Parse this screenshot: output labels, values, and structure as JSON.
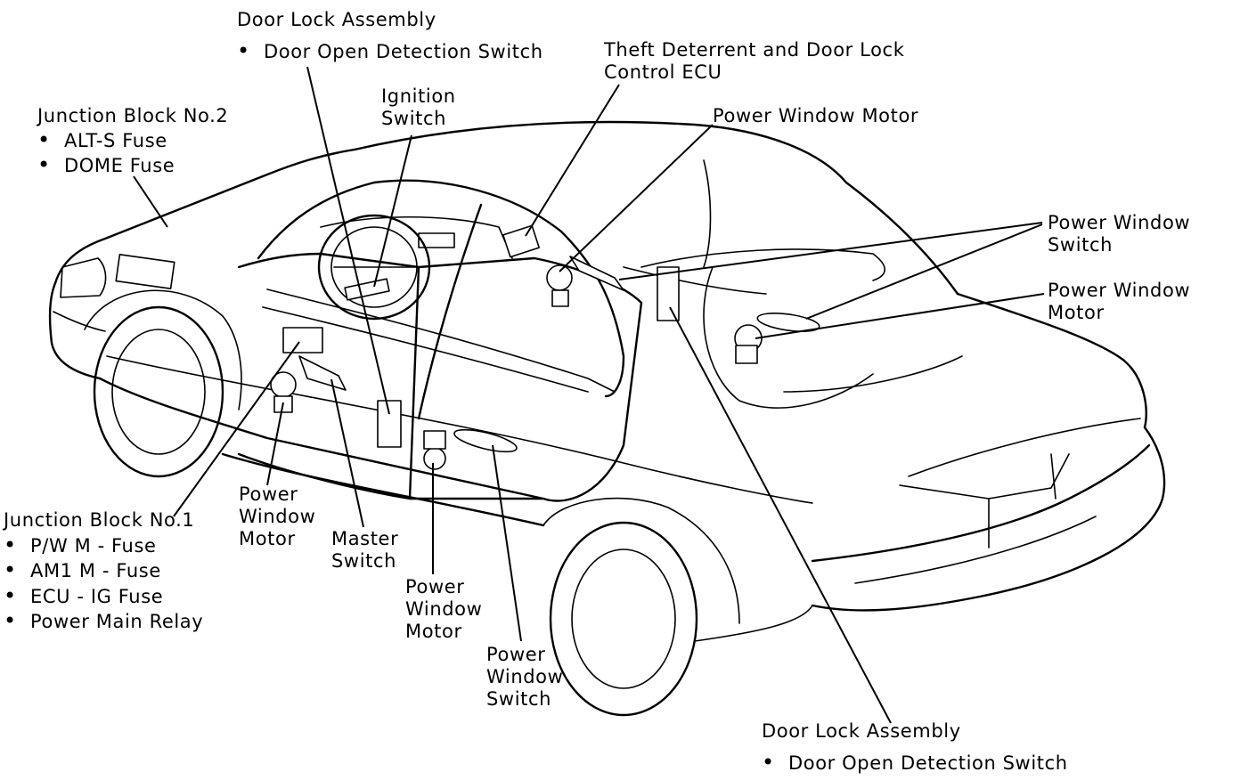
{
  "callouts": {
    "door_lock_front": {
      "title": "Door Lock Assembly",
      "items": [
        "Door Open Detection Switch"
      ]
    },
    "theft_ecu": {
      "lines": [
        "Theft Deterrent and Door Lock",
        "Control ECU"
      ]
    },
    "ignition": {
      "lines": [
        "Ignition",
        "Switch"
      ]
    },
    "junction_block_2": {
      "title": "Junction Block No.2",
      "items": [
        "ALT-S Fuse",
        "DOME Fuse"
      ]
    },
    "pw_motor_top": {
      "lines": [
        "Power Window Motor"
      ]
    },
    "pw_switch_right": {
      "lines": [
        "Power Window",
        "Switch"
      ]
    },
    "pw_motor_right": {
      "lines": [
        "Power Window",
        "Motor"
      ]
    },
    "junction_block_1": {
      "title": "Junction Block No.1",
      "items": [
        "P/W M - Fuse",
        "AM1 M - Fuse",
        "ECU - IG Fuse",
        "Power Main Relay"
      ]
    },
    "pw_motor_front_left": {
      "lines": [
        "Power",
        "Window",
        "Motor"
      ]
    },
    "master_switch": {
      "lines": [
        "Master",
        "Switch"
      ]
    },
    "pw_motor_rear_left": {
      "lines": [
        "Power",
        "Window",
        "Motor"
      ]
    },
    "pw_switch_rear_left": {
      "lines": [
        "Power",
        "Window",
        "Switch"
      ]
    },
    "door_lock_rear": {
      "title": "Door Lock Assembly",
      "items": [
        "Door Open Detection Switch"
      ]
    }
  }
}
